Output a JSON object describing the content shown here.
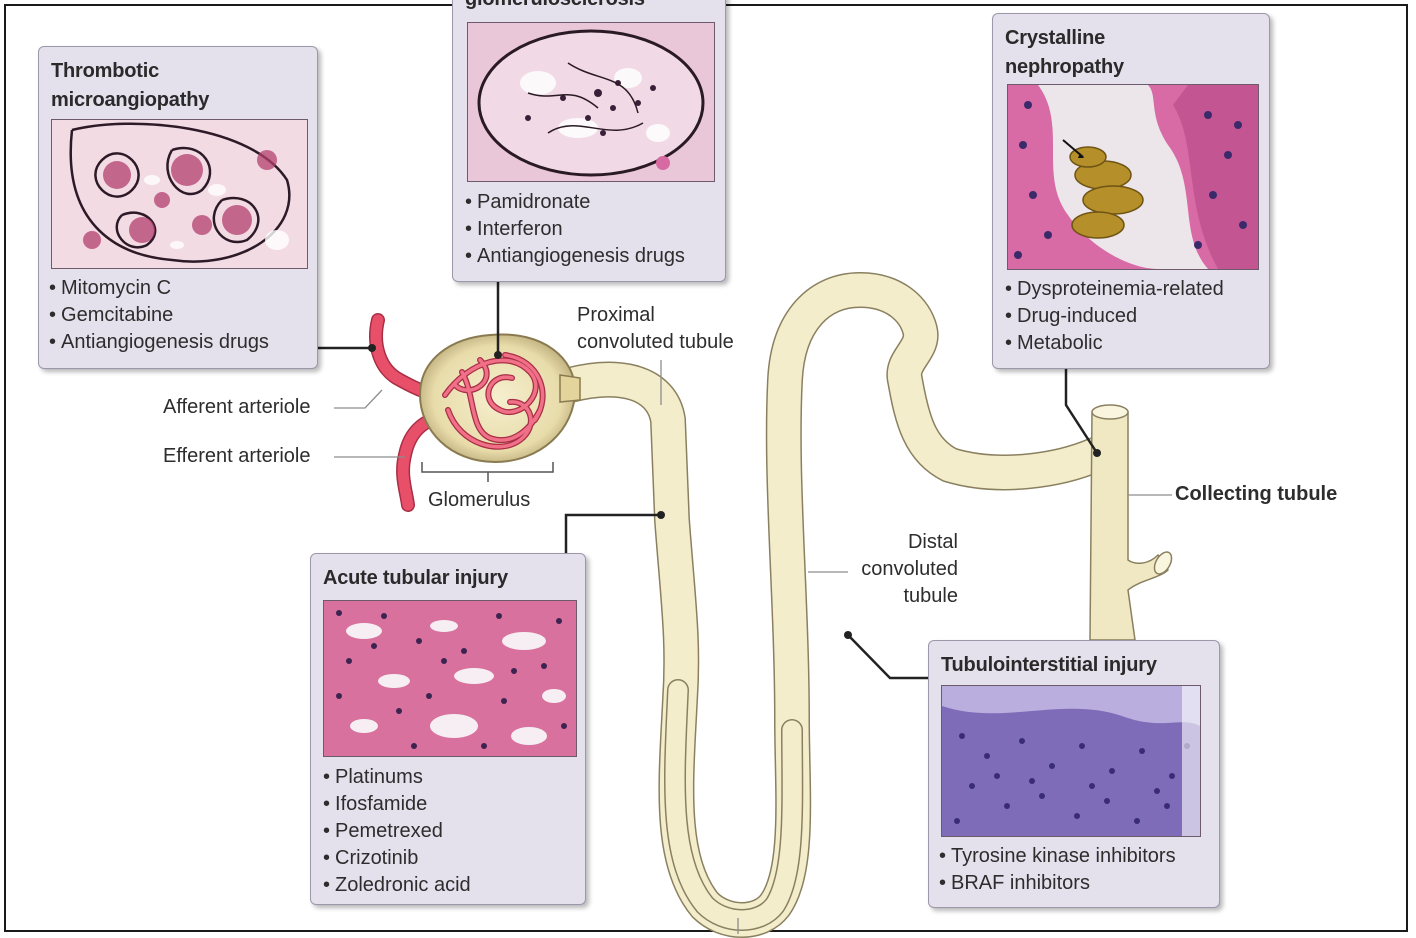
{
  "panels": {
    "tma": {
      "title": "Thrombotic microangiopathy",
      "drugs": [
        "Mitomycin C",
        "Gemcitabine",
        "Antiangiogenesis drugs"
      ]
    },
    "glom": {
      "title": "glomerulosclerosis",
      "drugs": [
        "Pamidronate",
        "Interferon",
        "Antiangiogenesis drugs"
      ]
    },
    "crystal": {
      "title": "Crystalline nephropathy",
      "drugs": [
        "Dysproteinemia-related",
        "Drug-induced",
        "Metabolic"
      ]
    },
    "ati": {
      "title": "Acute tubular injury",
      "drugs": [
        "Platinums",
        "Ifosfamide",
        "Pemetrexed",
        "Crizotinib",
        "Zoledronic acid"
      ]
    },
    "tin": {
      "title": "Tubulointerstitial injury",
      "drugs": [
        "Tyrosine kinase inhibitors",
        "BRAF inhibitors"
      ]
    }
  },
  "labels": {
    "afferent": "Afferent arteriole",
    "efferent": "Efferent arteriole",
    "glomerulus": "Glomerulus",
    "proximal": "Proximal convoluted tubule",
    "distal": "Distal convoluted tubule",
    "collecting": "Collecting tubule"
  },
  "colors": {
    "panel_bg": "#e4e1ed",
    "tubule": "#f2ecc8",
    "vessel": "#e8506a",
    "stain_pink": "#c94a86",
    "stain_purple": "#6a56a8"
  }
}
